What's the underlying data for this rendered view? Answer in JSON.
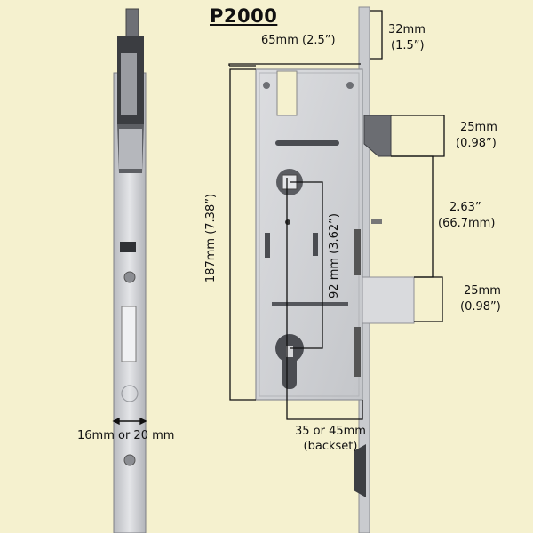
{
  "title": "P2000",
  "labels": {
    "top_width": "65mm (2.5”)",
    "top_ext_mm": "32mm",
    "top_ext_in": "(1.5”)",
    "upper_bolt_mm": "25mm",
    "upper_bolt_in": "(0.98”)",
    "spacing_in": "2.63”",
    "spacing_mm": "(66.7mm)",
    "lower_bolt_mm": "25mm",
    "lower_bolt_in": "(0.98”)",
    "height": "187mm (7.38”)",
    "centres": "92 mm (3.62”)",
    "faceplate": "16mm or 20 mm",
    "backset_line1": "35 or 45mm",
    "backset_line2": "(backset)"
  },
  "colors": {
    "background": "#f5f1cf",
    "metal": "#cfd0d4",
    "metal_dark": "#8e9096",
    "ink": "#111111"
  }
}
